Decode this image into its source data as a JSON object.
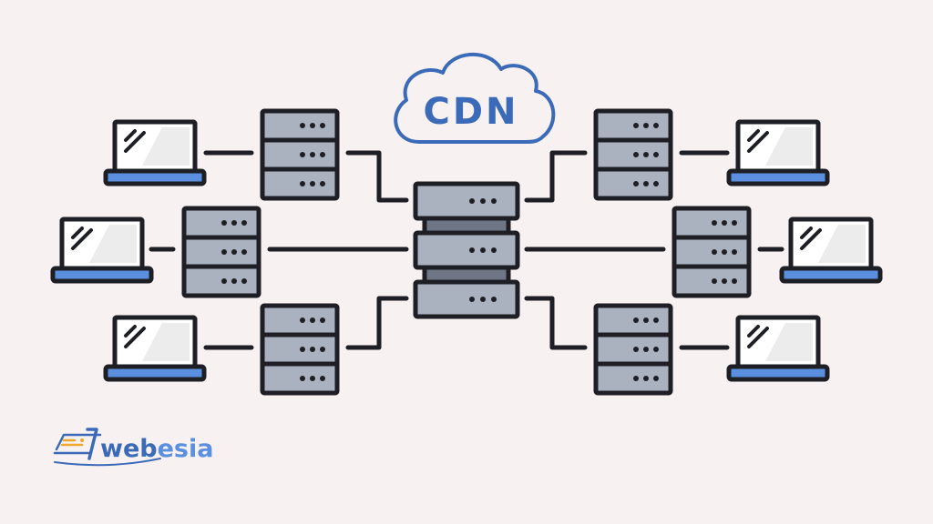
{
  "colors": {
    "background": "#f7f1f1",
    "outline": "#1e1f24",
    "server_fill": "#aab2c0",
    "server_dark": "#6f7787",
    "screen_fill": "#ffffff",
    "screen_shade": "#ececec",
    "laptop_base": "#5b8fe0",
    "accent_blue": "#3b6bb8"
  },
  "cloud": {
    "label": "CDN",
    "icon": "cloud-icon"
  },
  "central_server": {
    "icon": "server-rack-icon"
  },
  "edge_servers": [
    {
      "name": "edge-server-top-left",
      "icon": "server-icon"
    },
    {
      "name": "edge-server-middle-left",
      "icon": "server-icon"
    },
    {
      "name": "edge-server-bottom-left",
      "icon": "server-icon"
    },
    {
      "name": "edge-server-top-right",
      "icon": "server-icon"
    },
    {
      "name": "edge-server-middle-right",
      "icon": "server-icon"
    },
    {
      "name": "edge-server-bottom-right",
      "icon": "server-icon"
    }
  ],
  "clients": [
    {
      "name": "laptop-top-left",
      "icon": "laptop-icon"
    },
    {
      "name": "laptop-middle-left",
      "icon": "laptop-icon"
    },
    {
      "name": "laptop-bottom-left",
      "icon": "laptop-icon"
    },
    {
      "name": "laptop-top-right",
      "icon": "laptop-icon"
    },
    {
      "name": "laptop-middle-right",
      "icon": "laptop-icon"
    },
    {
      "name": "laptop-bottom-right",
      "icon": "laptop-icon"
    }
  ],
  "logo": {
    "text_part1": "web",
    "text_part2": "esia",
    "icon": "webesia-logo-icon"
  }
}
